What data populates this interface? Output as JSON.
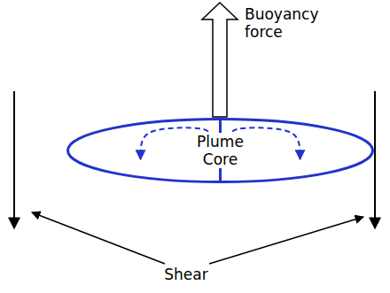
{
  "diagram": {
    "nodes": [
      {
        "text": [
          "Plume Core"
        ]
      }
    ],
    "labels": [
      "Buoyancy force",
      "Shear"
    ]
  }
}
